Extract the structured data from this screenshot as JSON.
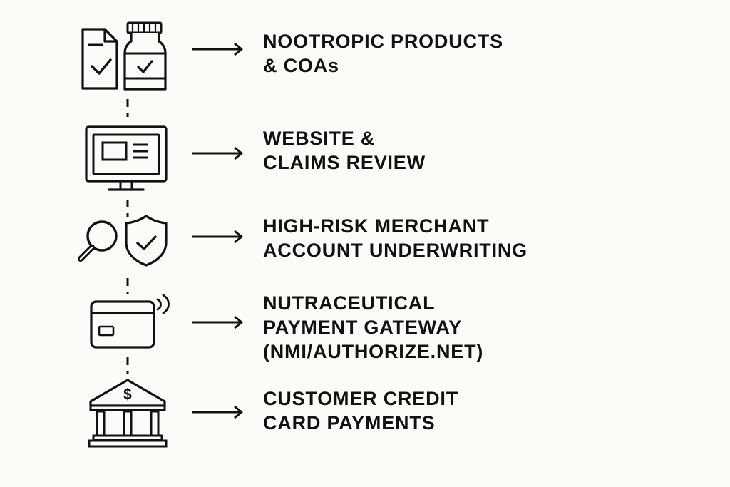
{
  "colors": {
    "background": "#fbfbf7",
    "stroke": "#111111"
  },
  "steps": [
    {
      "icon": "document-and-supplement-bottle-icon",
      "label_lines": [
        "NOOTROPIC PRODUCTS",
        "& COAs"
      ]
    },
    {
      "icon": "computer-monitor-icon",
      "label_lines": [
        "WEBSITE &",
        "CLAIMS REVIEW"
      ]
    },
    {
      "icon": "magnifier-and-shield-check-icon",
      "label_lines": [
        "HIGH-RISK MERCHANT",
        "ACCOUNT UNDERWRITING"
      ]
    },
    {
      "icon": "contactless-card-icon",
      "label_lines": [
        "NUTRACEUTICAL",
        "PAYMENT GATEWAY",
        "(NMI/AUTHORIZE.NET)"
      ]
    },
    {
      "icon": "bank-dollar-icon",
      "label_lines": [
        "CUSTOMER CREDIT",
        "CARD PAYMENTS"
      ]
    }
  ]
}
